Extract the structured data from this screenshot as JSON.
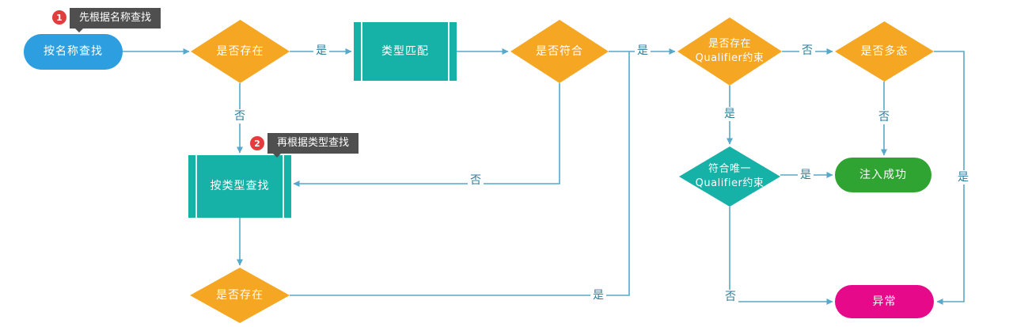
{
  "nodes": {
    "find_by_name": {
      "label": "按名称查找"
    },
    "exists_by_name": {
      "label": "是否存在"
    },
    "type_match": {
      "label": "类型匹配"
    },
    "is_conform": {
      "label": "是否符合"
    },
    "qualifier_exists": {
      "line1": "是否存在",
      "line2": "Qualifier约束"
    },
    "is_polymorphic": {
      "label": "是否多态"
    },
    "unique_qualifier": {
      "line1": "符合唯一",
      "line2": "Qualifier约束"
    },
    "inject_success": {
      "label": "注入成功"
    },
    "exception": {
      "label": "异常"
    },
    "find_by_type": {
      "label": "按类型查找"
    },
    "exists_by_type": {
      "label": "是否存在"
    }
  },
  "annotations": {
    "first": {
      "badge": "1",
      "text": "先根据名称查找"
    },
    "second": {
      "badge": "2",
      "text": "再根据类型查找"
    }
  },
  "edge_labels": {
    "name_exists_yes": "是",
    "name_exists_no": "否",
    "conform_yes": "是",
    "conform_no": "否",
    "qualifier_exists_no": "否",
    "qualifier_exists_yes": "是",
    "polymorphic_no": "否",
    "polymorphic_yes": "是",
    "unique_yes": "是",
    "unique_no": "否",
    "type_exists_yes": "是"
  },
  "colors": {
    "process_blue": "#2d9fe0",
    "decision_orange": "#f5a623",
    "process_teal": "#16b2a7",
    "success_green": "#30a433",
    "error_pink": "#e60a8a",
    "connector": "#56a9cb",
    "edge_label": "#2e7d99",
    "badge_red": "#e23c3c",
    "tooltip_bg": "#4f4f4f"
  }
}
